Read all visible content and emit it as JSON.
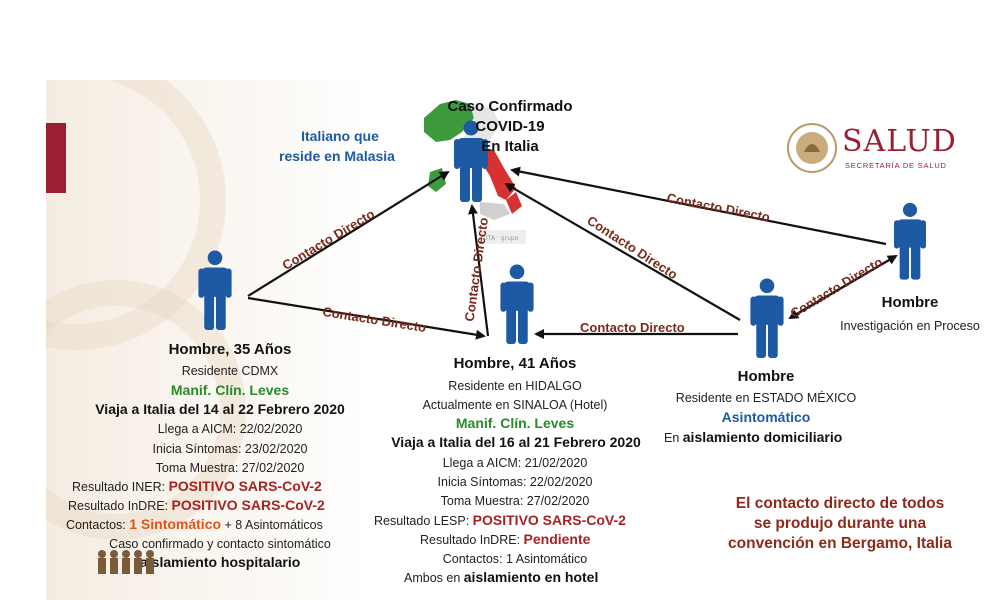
{
  "colors": {
    "figure": "#1d5aa3",
    "brand": "#9b1f32",
    "edge_text": "#7a2a1a"
  },
  "center": {
    "title_lines": [
      "Caso Confirmado",
      "COVID-19",
      "En Italia"
    ],
    "side_label_lines": [
      "Italiano que",
      "reside en Malasia"
    ]
  },
  "edge_label": "Contacto Directo",
  "logo": {
    "name": "SALUD",
    "subtitle": "SECRETARÍA DE SALUD",
    "seal_icon": "national-seal-icon"
  },
  "person_35": {
    "heading": "Hombre, 35 Años",
    "residence": "Residente CDMX",
    "manifest": "Manif. Clín. Leves",
    "trip": "Viaja a Italia del 14 al 22 Febrero 2020",
    "arrival": "Llega a AICM: 22/02/2020",
    "symptoms": "Inicia Síntomas: 23/02/2020",
    "sample": "Toma Muestra: 27/02/2020",
    "iner_prefix": "Resultado INER: ",
    "iner_value": "POSITIVO SARS-CoV-2",
    "indre_prefix": "Resultado InDRE: ",
    "indre_value": "POSITIVO SARS-CoV-2",
    "contacts_prefix": "Contactos: ",
    "contacts_symptomatic": "1 Sintomático",
    "contacts_suffix": " + 8 Asintomáticos",
    "case_line": "Caso confirmado y contacto sintomático",
    "isolation": "aislamiento hospitalario"
  },
  "person_41": {
    "heading": "Hombre, 41 Años",
    "residence": "Residente en HIDALGO",
    "current": "Actualmente en SINALOA (Hotel)",
    "manifest": "Manif. Clín. Leves",
    "trip": "Viaja a Italia del 16 al 21 Febrero 2020",
    "arrival": "Llega a AICM: 21/02/2020",
    "symptoms": "Inicia Síntomas: 22/02/2020",
    "sample": "Toma Muestra: 27/02/2020",
    "lesp_prefix": "Resultado LESP: ",
    "lesp_value": "POSITIVO SARS-CoV-2",
    "indre_prefix": "Resultado InDRE: ",
    "indre_value": "Pendiente",
    "contacts": "Contactos: 1 Asintomático",
    "isolation_prefix": "Ambos en ",
    "isolation_value": "aislamiento en hotel"
  },
  "person_mexico": {
    "heading": "Hombre",
    "residence": "Residente en ESTADO MÉXICO",
    "status": "Asintomático",
    "isolation_prefix": "En ",
    "isolation_value": "aislamiento domiciliario"
  },
  "person_investigation": {
    "heading": "Hombre",
    "status": "Investigación en Proceso"
  },
  "note_lines": [
    "El contacto directo de todos",
    "se produjo durante una",
    "convención en Bergamo, Italia"
  ]
}
